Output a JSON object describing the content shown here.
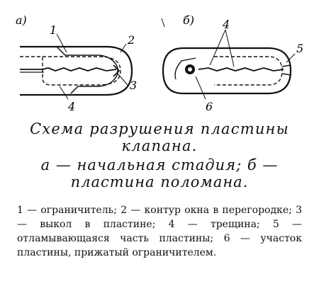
{
  "panels": [
    {
      "letter": "а)"
    },
    {
      "letter": "б)"
    }
  ],
  "callouts": {
    "a": [
      "1",
      "2",
      "3",
      "4"
    ],
    "b": [
      "4",
      "5",
      "6"
    ]
  },
  "caption": {
    "title": "Схема разрушения пластины клапана.",
    "subtitle": "а — начальная стадия; б — пластина поломана."
  },
  "legend": [
    "1 — ограничитель;",
    "2 — контур окна в перегородке;",
    "3 — выкол в пластине;",
    "4 — трещина;",
    "5 — отламывающаяся часть пластины;",
    "6 — участок пластины, прижатый ограничителем."
  ]
}
